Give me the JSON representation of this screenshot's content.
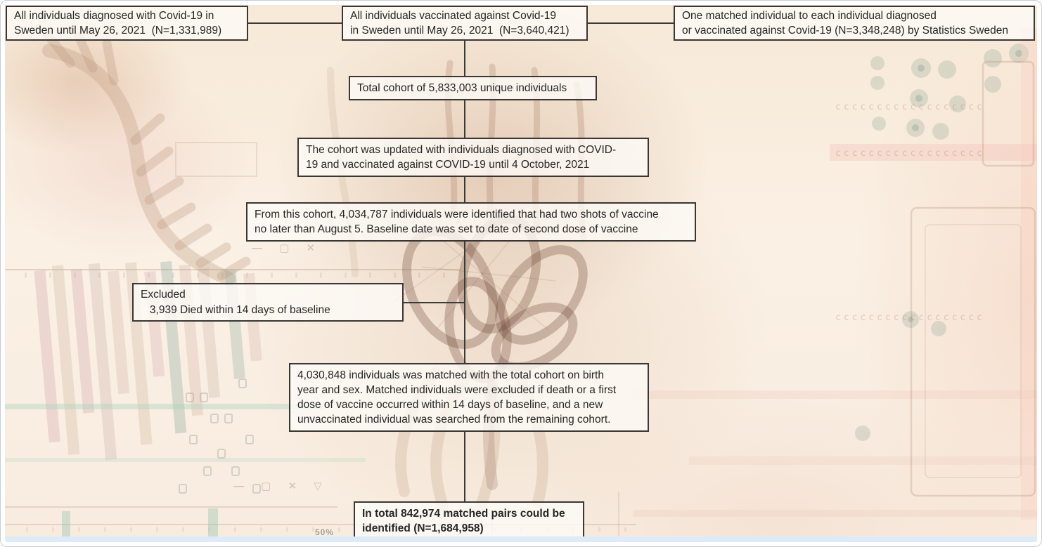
{
  "figure": {
    "description": "Cohort selection flowchart for matched pairs of vaccinated and unvaccinated individuals, Sweden"
  },
  "nodes": {
    "diagnosed": {
      "text": "All individuals diagnosed with Covid-19 in\nSweden until May 26, 2021  (N=1,331,989)"
    },
    "vaccinated": {
      "text": "All individuals vaccinated against Covid-19\nin Sweden until May 26, 2021  (N=3,640,421)"
    },
    "matched_by_scb": {
      "text": "One matched individual to each individual diagnosed\nor vaccinated against Covid-19 (N=3,348,248) by Statistics Sweden"
    },
    "total_cohort": {
      "text": "Total cohort of 5,833,003 unique individuals"
    },
    "cohort_updated": {
      "text": "The cohort was updated with individuals diagnosed with COVID-\n19 and vaccinated against COVID-19 until 4 October, 2021"
    },
    "two_doses": {
      "text": "From this cohort, 4,034,787 individuals were identified that had two shots of vaccine\nno later than August 5. Baseline date was set to date of second dose of vaccine"
    },
    "excluded": {
      "text": "Excluded\n   3,939 Died within 14 days of baseline"
    },
    "matching": {
      "text": "4,030,848 individuals was matched with the total cohort on birth\nyear and sex. Matched individuals were excluded if death or a first\ndose of vaccine occurred within 14 days of baseline, and a new\nunvaccinated individual was searched from the remaining cohort."
    },
    "matched_pairs": {
      "text": "In total 842,974 matched pairs could be\nidentified (N=1,684,958)"
    }
  },
  "background": {
    "percent_label": "50%",
    "window_glyphs_top": "— ▢ ✕",
    "window_glyphs_bottom": "— ▢ ✕ ▽"
  },
  "colors": {
    "box_border": "#393734",
    "box_fill": "rgba(253,250,246,0.80)",
    "line": "#3a3a38",
    "text": "#262626",
    "canvas_bg": "#f8ecdc",
    "bottom_strip": "#dcebf7"
  }
}
